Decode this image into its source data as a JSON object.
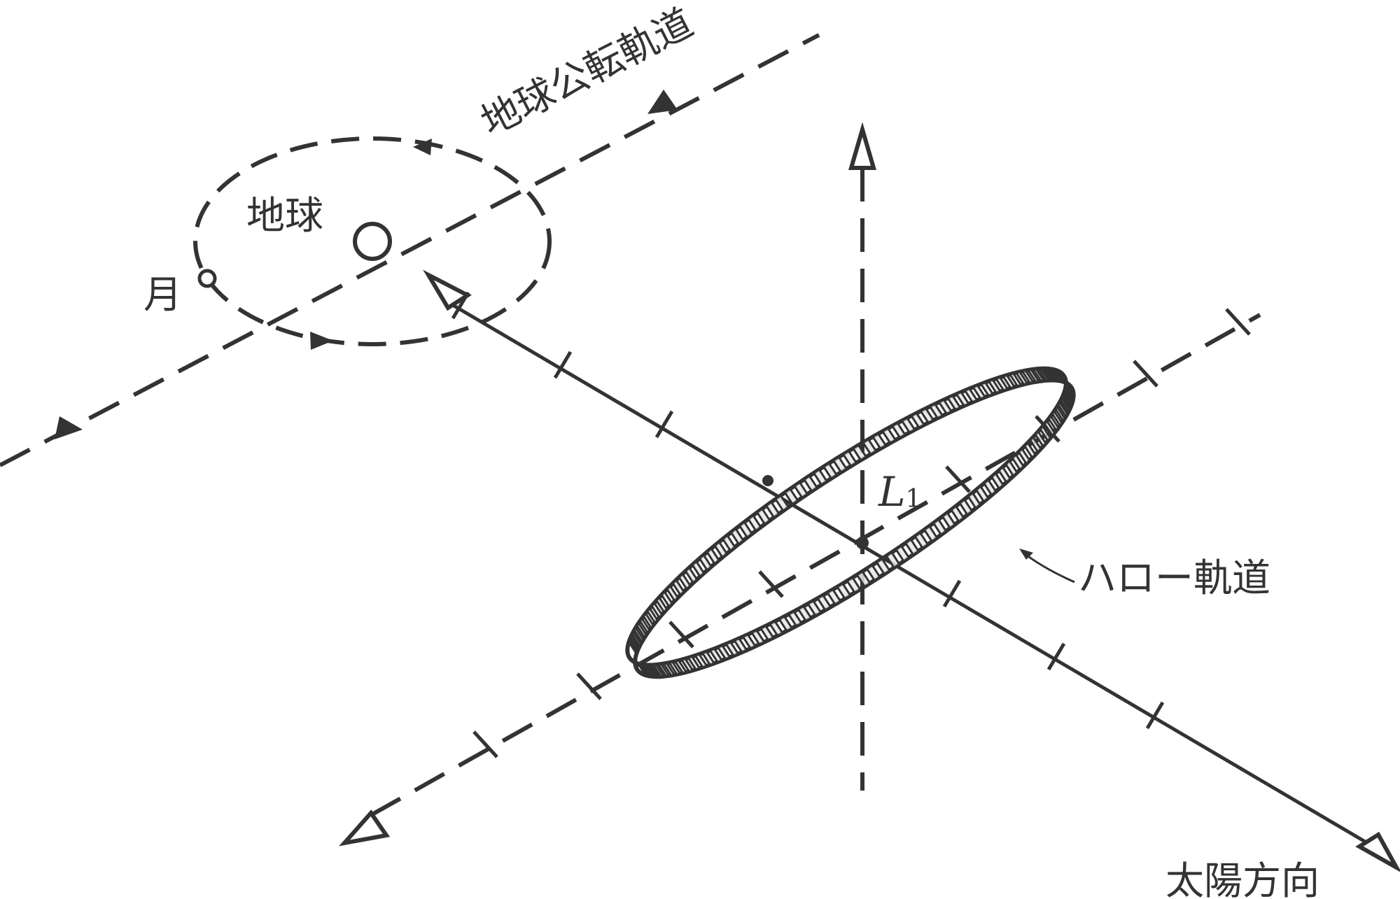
{
  "labels": {
    "earth_orbit": "地球公転軌道",
    "earth": "地球",
    "moon": "月",
    "l1_letter": "L",
    "l1_sub": "1",
    "halo_orbit": "ハロー軌道",
    "sun_direction": "太陽方向"
  },
  "colors": {
    "ink": "#333333",
    "hatch_fill": "#e6e6e6",
    "background": "#ffffff"
  }
}
